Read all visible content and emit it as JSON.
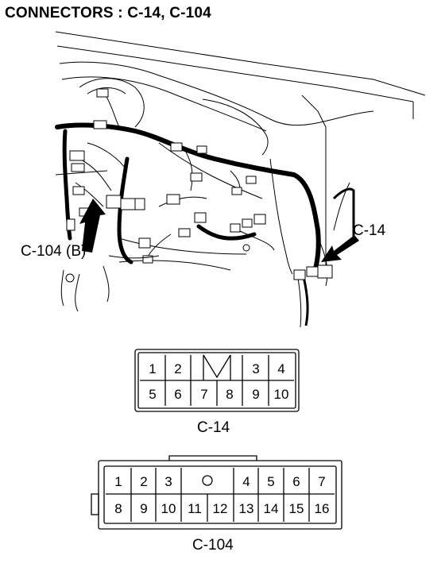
{
  "title": "CONNECTORS : C-14, C-104",
  "callouts": {
    "c104b": "C-104 (B)",
    "c14": "C-14"
  },
  "connector_c14": {
    "label": "C-14",
    "top_row": [
      "1",
      "2",
      "",
      "3",
      "4"
    ],
    "bottom_row": [
      "5",
      "6",
      "7",
      "8",
      "9",
      "10"
    ]
  },
  "connector_c104": {
    "label": "C-104",
    "top_row": [
      "1",
      "2",
      "3",
      "O",
      "4",
      "5",
      "6",
      "7"
    ],
    "bottom_row": [
      "8",
      "9",
      "10",
      "11",
      "12",
      "13",
      "14",
      "15",
      "16"
    ]
  }
}
